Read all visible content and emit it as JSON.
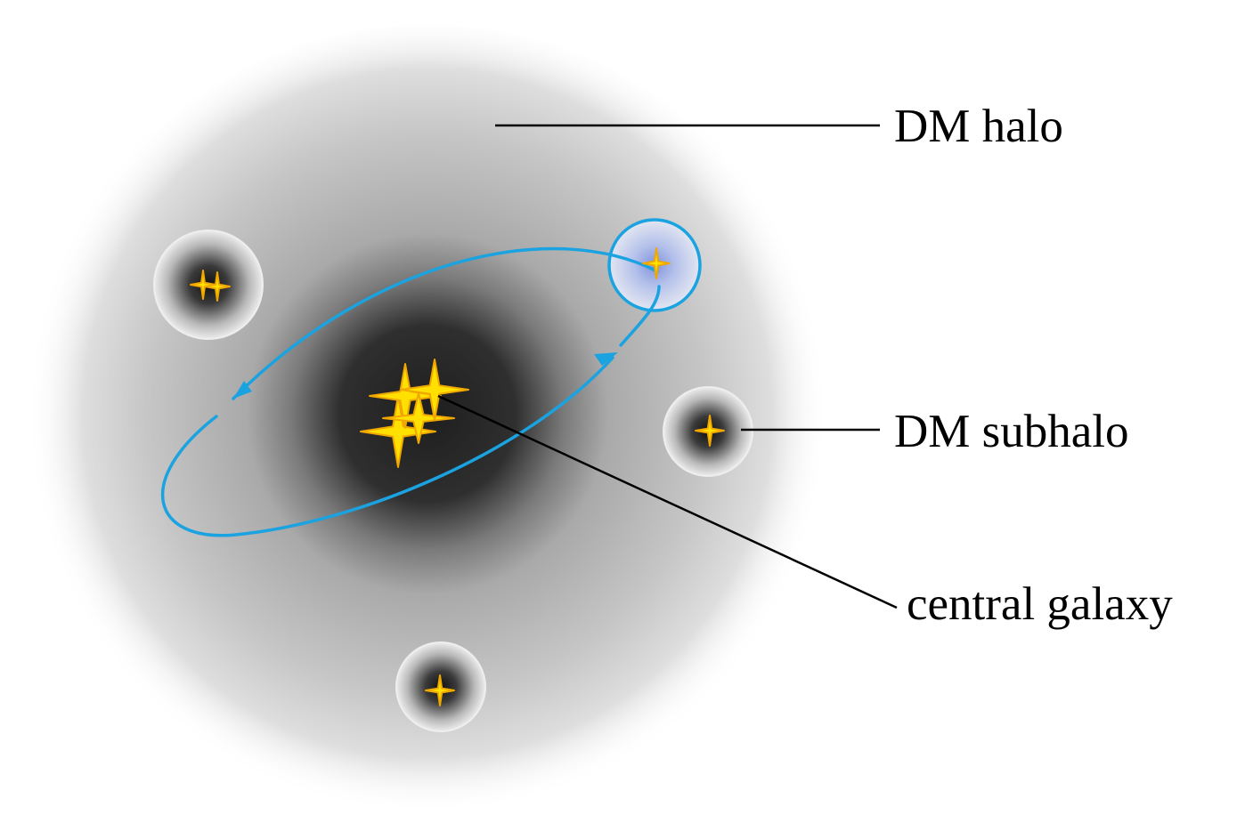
{
  "labels": {
    "halo": "DM halo",
    "subhalo": "DM subhalo",
    "central": "central galaxy"
  },
  "colors": {
    "orbit": "#1aa3e0",
    "star_fill": "#ffe000",
    "star_outline": "#f0a800",
    "halo_core": "#2a2a2a",
    "halo_outer": "#ffffff",
    "subhalo_highlight": "#a9b8e6"
  },
  "icons": {
    "star": "four-point-star-icon"
  }
}
